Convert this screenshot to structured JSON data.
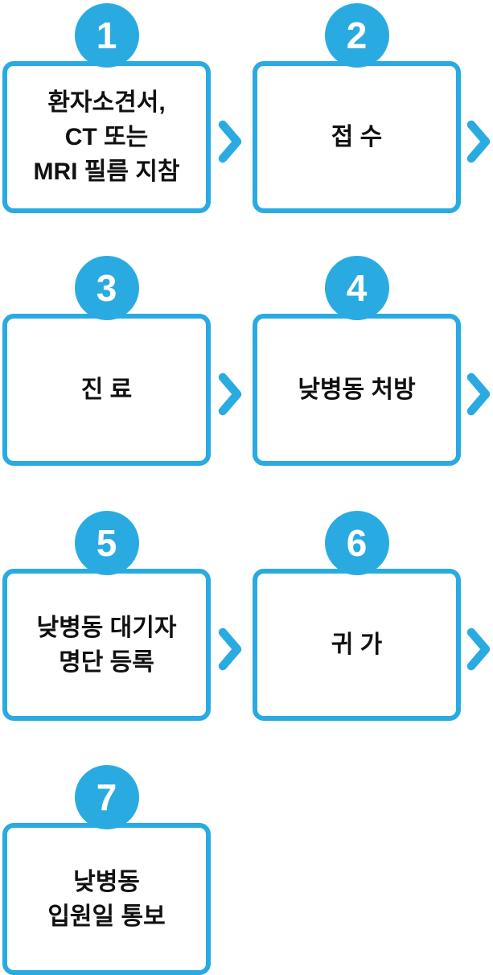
{
  "diagram": {
    "accent_color": "#29ABE2",
    "text_color": "#111111",
    "arrow_icon": "chevron-right",
    "steps": [
      {
        "number": "1",
        "lines": [
          "환자소견서,",
          "CT 또는",
          "MRI 필름 지참"
        ],
        "arrow_after": true
      },
      {
        "number": "2",
        "lines": [
          "접 수"
        ],
        "arrow_after": true
      },
      {
        "number": "3",
        "lines": [
          "진 료"
        ],
        "arrow_after": true
      },
      {
        "number": "4",
        "lines": [
          "낮병동 처방"
        ],
        "arrow_after": true
      },
      {
        "number": "5",
        "lines": [
          "낮병동 대기자",
          "명단 등록"
        ],
        "arrow_after": true
      },
      {
        "number": "6",
        "lines": [
          "귀 가"
        ],
        "arrow_after": true
      },
      {
        "number": "7",
        "lines": [
          "낮병동",
          "입원일 통보"
        ],
        "arrow_after": false
      }
    ]
  }
}
